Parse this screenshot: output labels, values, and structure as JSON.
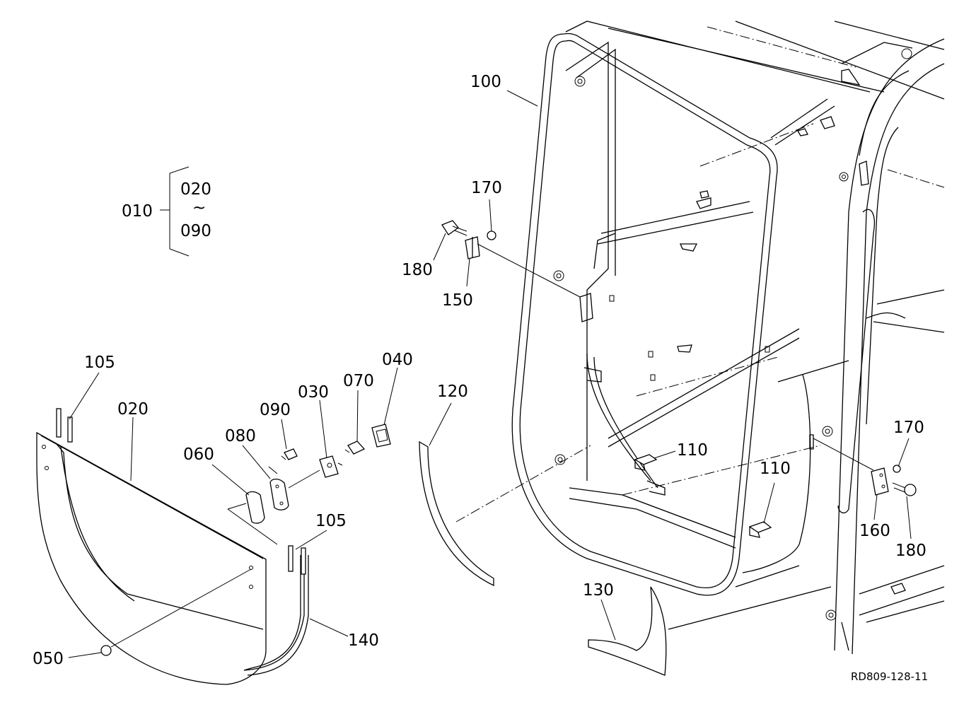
{
  "diagram": {
    "labels": {
      "p010": "010",
      "p020_top": "020",
      "p090_top": "090",
      "tilde": "~",
      "p105_a": "105",
      "p020": "020",
      "p090": "090",
      "p030": "030",
      "p070": "070",
      "p040": "040",
      "p080": "080",
      "p060": "060",
      "p105_b": "105",
      "p050": "050",
      "p140": "140",
      "p100": "100",
      "p170_a": "170",
      "p180_a": "180",
      "p150": "150",
      "p120": "120",
      "p110_a": "110",
      "p110_b": "110",
      "p130": "130",
      "p170_b": "170",
      "p160": "160",
      "p180_b": "180"
    },
    "reference_code": "RD809-128-11"
  }
}
